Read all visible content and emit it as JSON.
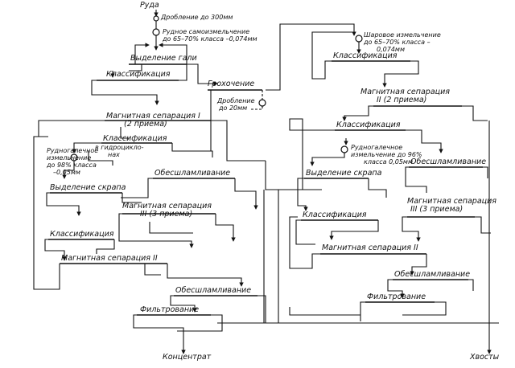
{
  "flowsheet": {
    "ore": "Руда",
    "crushing_300": "Дробление до 300мм",
    "autogenous_grinding_1": "Рудное самоизмельчение",
    "autogenous_grinding_2": "до 65–70% класса –0,074мм",
    "pebble_removal": "Выделение гали",
    "classification_1": "Классификация",
    "screening": "Грохочение",
    "crushing_20_1": "Дробление",
    "crushing_20_2": "до 20мм",
    "magsep_1_1": "Магнитная сепарация I",
    "magsep_1_2": "(2 приема)",
    "classification_hydrocyclone_1": "Классификация",
    "classification_hydrocyclone_2": "в гидроцикло-",
    "classification_hydrocyclone_3": "нах",
    "pebble_grinding_left_1": "Рудногалечное",
    "pebble_grinding_left_2": "измельчение",
    "pebble_grinding_left_3": "до 98% класса",
    "pebble_grinding_left_4": "–0,05мм",
    "desliming_1": "Обесшламливание",
    "scrap_removal_left": "Выделение скрапа",
    "magsep_3_left_1": "Магнитная сепарация",
    "magsep_3_left_2": "III (3 приема)",
    "classification_left_2": "Классификация",
    "magsep_2_left": "Магнитная сепарация II",
    "desliming_left_2": "Обесшламливание",
    "filtration_left": "Фильтрование",
    "concentrate": "Концентрат",
    "ball_grinding_1": "Шаровое измельчение",
    "ball_grinding_2": "до 65–70% класса –",
    "ball_grinding_3": "0,074мм",
    "classification_right_1": "Классификация",
    "magsep_2_right_1": "Магнитная сепарация",
    "magsep_2_right_2": "II (2 приема)",
    "classification_right_2": "Классификация",
    "pebble_grinding_right_1": "Рудногалечное",
    "pebble_grinding_right_2": "измельчение до 96%",
    "pebble_grinding_right_3": "класса 0,05мм",
    "desliming_right_1": "Обесшламливание",
    "scrap_removal_right": "Выделение скрапа",
    "classification_right_3": "Классификация",
    "magsep_3_right_1": "Магнитная сепарация",
    "magsep_3_right_2": "III (3 приема)",
    "magsep_2_right_3": "Магнитная сепарация II",
    "desliming_right_2": "Обесшламливание",
    "filtration_right": "Фильтрование",
    "tailings": "Хвосты"
  }
}
